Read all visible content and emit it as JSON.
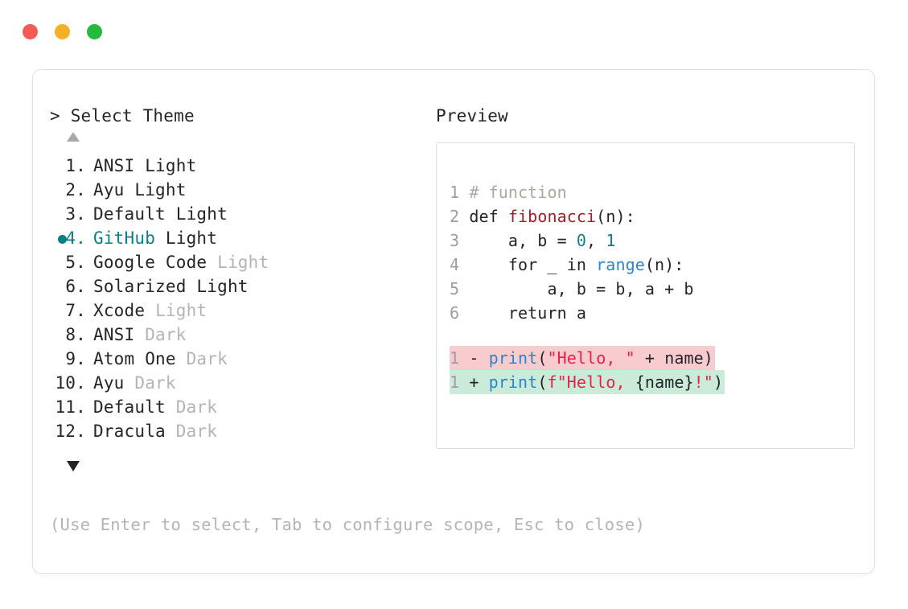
{
  "window": {
    "traffic_lights": [
      {
        "name": "close-dot",
        "color": "#f55b52"
      },
      {
        "name": "minimize-dot",
        "color": "#f5b125"
      },
      {
        "name": "maximize-dot",
        "color": "#22bb3c"
      }
    ]
  },
  "prompt": {
    "caret": ">",
    "title": "Select Theme"
  },
  "scroll": {
    "up_icon": "triangle-up",
    "down_icon": "triangle-down"
  },
  "themes": {
    "selected_index": 4,
    "items": [
      {
        "index": "1.",
        "name": "ANSI",
        "variant": "Light",
        "variant_muted": false,
        "selected": false
      },
      {
        "index": "2.",
        "name": "Ayu",
        "variant": "Light",
        "variant_muted": false,
        "selected": false
      },
      {
        "index": "3.",
        "name": "Default",
        "variant": "Light",
        "variant_muted": false,
        "selected": false
      },
      {
        "index": "4.",
        "name": "GitHub",
        "variant": "Light",
        "variant_muted": false,
        "selected": true
      },
      {
        "index": "5.",
        "name": "Google Code",
        "variant": "Light",
        "variant_muted": true,
        "selected": false
      },
      {
        "index": "6.",
        "name": "Solarized",
        "variant": "Light",
        "variant_muted": false,
        "selected": false
      },
      {
        "index": "7.",
        "name": "Xcode",
        "variant": "Light",
        "variant_muted": true,
        "selected": false
      },
      {
        "index": "8.",
        "name": "ANSI",
        "variant": "Dark",
        "variant_muted": true,
        "selected": false
      },
      {
        "index": "9.",
        "name": "Atom One",
        "variant": "Dark",
        "variant_muted": true,
        "selected": false
      },
      {
        "index": "10.",
        "name": "Ayu",
        "variant": "Dark",
        "variant_muted": true,
        "selected": false
      },
      {
        "index": "11.",
        "name": "Default",
        "variant": "Dark",
        "variant_muted": true,
        "selected": false
      },
      {
        "index": "12.",
        "name": "Dracula",
        "variant": "Dark",
        "variant_muted": true,
        "selected": false
      }
    ]
  },
  "hint": "(Use Enter to select, Tab to configure scope, Esc to close)",
  "preview": {
    "title": "Preview",
    "code_lines": [
      {
        "num": "1",
        "tokens": [
          {
            "t": "# function",
            "c": "comment"
          }
        ]
      },
      {
        "num": "2",
        "tokens": [
          {
            "t": "def ",
            "c": "plain"
          },
          {
            "t": "fibonacci",
            "c": "func"
          },
          {
            "t": "(n):",
            "c": "plain"
          }
        ]
      },
      {
        "num": "3",
        "tokens": [
          {
            "t": "    a, b = ",
            "c": "plain"
          },
          {
            "t": "0",
            "c": "num"
          },
          {
            "t": ", ",
            "c": "plain"
          },
          {
            "t": "1",
            "c": "num"
          }
        ]
      },
      {
        "num": "4",
        "tokens": [
          {
            "t": "    for _ in ",
            "c": "plain"
          },
          {
            "t": "range",
            "c": "builtin"
          },
          {
            "t": "(n):",
            "c": "plain"
          }
        ]
      },
      {
        "num": "5",
        "tokens": [
          {
            "t": "        a, b = b, a + b",
            "c": "plain"
          }
        ]
      },
      {
        "num": "6",
        "tokens": [
          {
            "t": "    return a",
            "c": "plain"
          }
        ]
      }
    ],
    "diff_lines": [
      {
        "num": "1",
        "marker": "-",
        "kind": "delete",
        "tokens": [
          {
            "t": "print",
            "c": "fn"
          },
          {
            "t": "(",
            "c": "plain"
          },
          {
            "t": "\"Hello, \"",
            "c": "str"
          },
          {
            "t": " + name)",
            "c": "plain"
          }
        ]
      },
      {
        "num": "1",
        "marker": "+",
        "kind": "add",
        "tokens": [
          {
            "t": "print",
            "c": "fn"
          },
          {
            "t": "(",
            "c": "plain"
          },
          {
            "t": "f\"Hello, ",
            "c": "str"
          },
          {
            "t": "{name}",
            "c": "plain"
          },
          {
            "t": "!\"",
            "c": "str"
          },
          {
            "t": ")",
            "c": "plain"
          }
        ]
      }
    ]
  },
  "colors": {
    "accent_selected": "#0c8080",
    "muted_text": "#b4b4b8",
    "body_text": "#24242b",
    "diff_delete_bg": "#f8ccce",
    "diff_add_bg": "#c9ebd7",
    "string": "#e8214a",
    "function_name": "#a02028",
    "builtin": "#2c85c9",
    "number": "#0c7f8c",
    "comment": "#a9a99d"
  }
}
